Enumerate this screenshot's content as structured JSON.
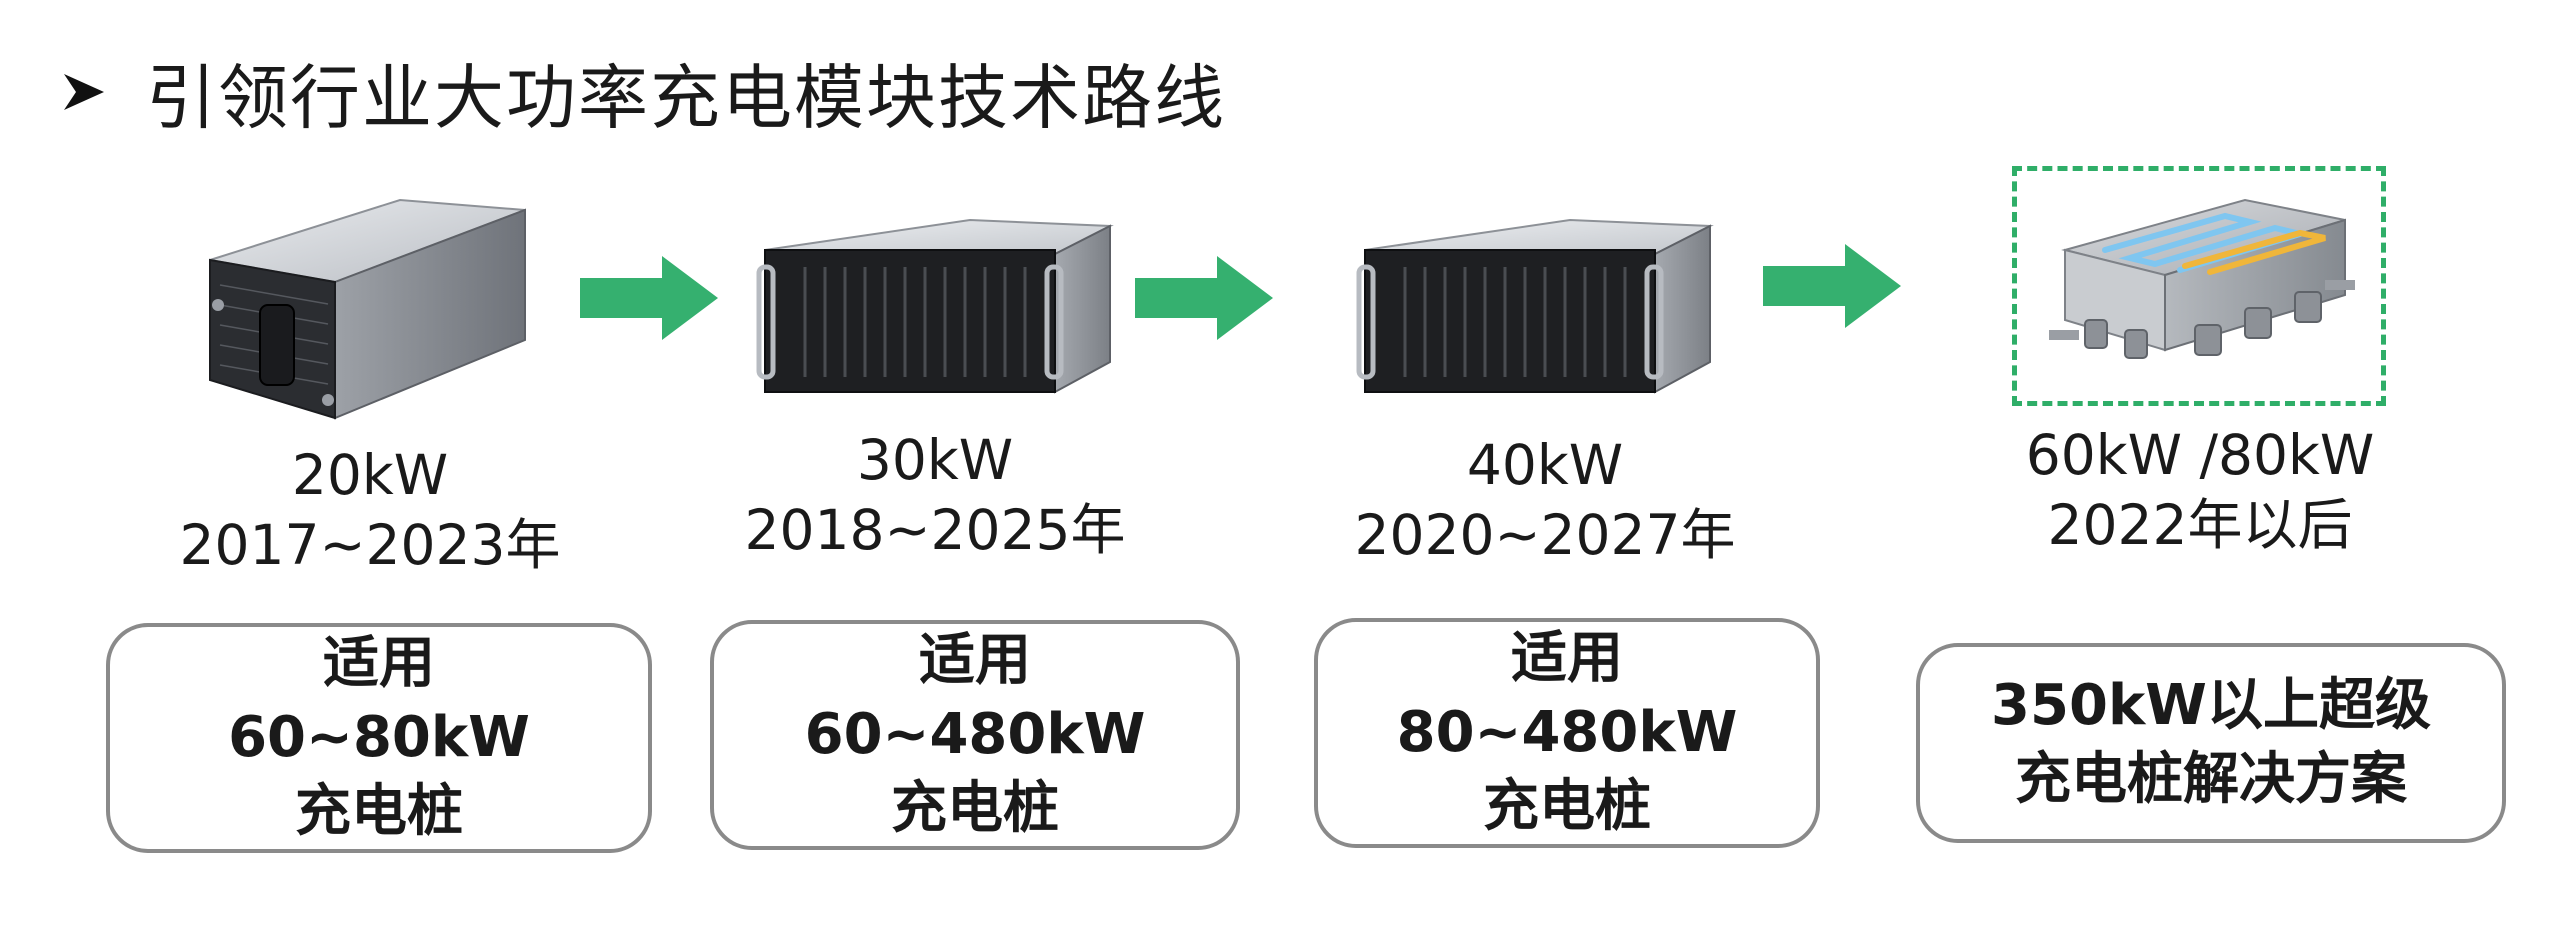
{
  "title": "引领行业大功率充电模块技术路线",
  "colors": {
    "arrow": "#35b06f",
    "dashed_frame": "#2fae68",
    "box_border": "#8a8a8a"
  },
  "stages": [
    {
      "power": "20kW",
      "years": "2017~2023年",
      "application": [
        "适用",
        "60~80kW",
        "充电桩"
      ]
    },
    {
      "power": "30kW",
      "years": "2018~2025年",
      "application": [
        "适用",
        "60~480kW",
        "充电桩"
      ]
    },
    {
      "power": "40kW",
      "years": "2020~2027年",
      "application": [
        "适用",
        "80~480kW",
        "充电桩"
      ]
    },
    {
      "power": "60kW /80kW",
      "years": "2022年以后",
      "application": [
        "350kW以上超级",
        "充电桩解决方案"
      ]
    }
  ]
}
